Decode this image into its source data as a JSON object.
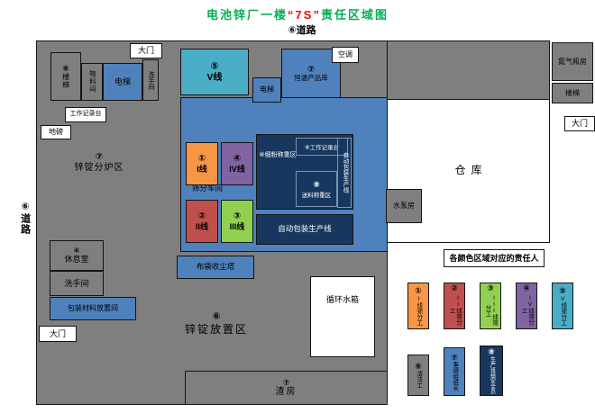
{
  "title": {
    "part1": "电池锌厂一楼",
    "part2": "“7S”",
    "part3": "责任区域图"
  },
  "roads": {
    "top": "⑥道路",
    "left": "⑥道路"
  },
  "areas": {
    "stairs_tl": {
      "num": "⑥",
      "label": "楼梯"
    },
    "material_room": {
      "label": "物料间"
    },
    "elevator_1": {
      "label": "电梯"
    },
    "washroom_top": {
      "label": "洗手间"
    },
    "gate_top": {
      "label": "大门"
    },
    "v_line": {
      "num": "⑤",
      "label": "V线"
    },
    "elevator_2": {
      "label": "电梯"
    },
    "product_warehouse": {
      "num": "⑦",
      "label": "恒温产品库"
    },
    "aircon": {
      "label": "空调"
    },
    "nitrogen_room": {
      "label": "氮气瓶房"
    },
    "stairs_right": {
      "label": "楼梯"
    },
    "gate_right": {
      "label": "大门"
    },
    "work_desk_1": {
      "label": "工作记录台"
    },
    "weighbridge": {
      "label": "地磅"
    },
    "furnace_area": {
      "num": "⑦",
      "label": "锌锭分炉区"
    },
    "screening_workshop": {
      "label": "筛分车间"
    },
    "line_1": {
      "num": "①",
      "label": "I线"
    },
    "line_4": {
      "num": "④",
      "label": "IV线"
    },
    "fine_powder": {
      "label": "⑧细粉称重区"
    },
    "work_desk_2": {
      "label": "⑧工作记录台"
    },
    "feed_weighing": {
      "num": "⑧",
      "label": "送料称重区"
    },
    "auto_pack_line_v": {
      "label": "自动包装生产线"
    },
    "line_2": {
      "num": "②",
      "label": "II线"
    },
    "line_3": {
      "num": "③",
      "label": "III线"
    },
    "auto_pack_line_h": {
      "label": "自动包装生产线"
    },
    "pump_room": {
      "label": "水泵房"
    },
    "warehouse": {
      "label": "仓库"
    },
    "rest_room": {
      "num": "⑥",
      "label": "休息室"
    },
    "washroom_2": {
      "label": "洗手间"
    },
    "packaging_material_room": {
      "label": "包装材料放置间"
    },
    "gate_bottom_left": {
      "label": "大门"
    },
    "dust_tower": {
      "label": "布袋收尘塔"
    },
    "ingot_area": {
      "num": "⑥",
      "label": "锌锭放置区"
    },
    "water_tank": {
      "label": "循环水箱"
    },
    "slag_room": {
      "num": "⑦",
      "label": "渣房"
    }
  },
  "legend": {
    "title": "各颜色区域对应的责任人",
    "items": [
      {
        "num": "①",
        "label": "I线筛分工",
        "color": "#F79646"
      },
      {
        "num": "②",
        "label": "II线筛分工",
        "color": "#C0504D"
      },
      {
        "num": "③",
        "label": "III线筛分工",
        "color": "#92D050"
      },
      {
        "num": "④",
        "label": "IV线筛分工",
        "color": "#8064A2"
      },
      {
        "num": "⑤",
        "label": "V线筛分工",
        "color": "#4BACC6"
      },
      {
        "num": "⑥",
        "label": "清洁工",
        "color": "#7F7F7F"
      },
      {
        "num": "⑦",
        "label": "重熔组组长",
        "color": "#4F81BD"
      },
      {
        "num": "⑧",
        "label": "生产班组安全员",
        "color": "#17375E"
      }
    ]
  },
  "colors": {
    "floor_gray": "#7F7F7F",
    "zone_blue": "#4F81BD",
    "zone_teal": "#4BACC6",
    "zone_navy": "#17375E",
    "line1_orange": "#F79646",
    "line2_red": "#C0504D",
    "line3_green": "#92D050",
    "line4_purple": "#8064A2",
    "title_green": "#00B050",
    "title_red": "#FF0000"
  }
}
